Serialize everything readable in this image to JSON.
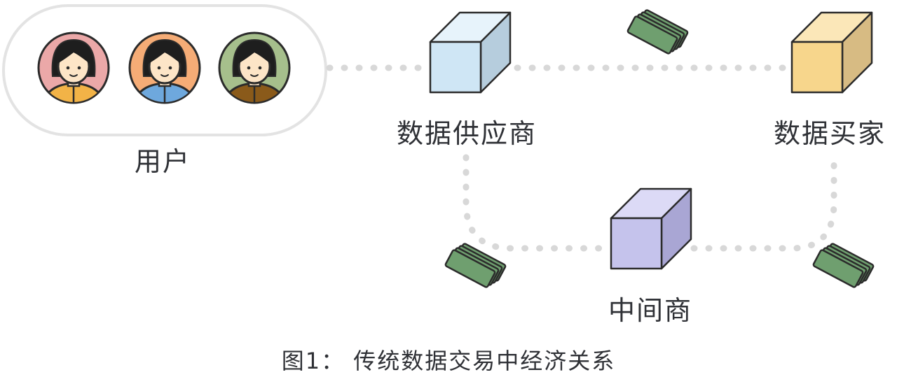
{
  "nodes": {
    "users": {
      "label": "用户"
    },
    "supplier": {
      "label": "数据供应商",
      "color_front": "#cfe6f5",
      "color_top": "#e7f3fb",
      "color_side": "#b6cddd"
    },
    "buyer": {
      "label": "数据买家",
      "color_front": "#f7d68c",
      "color_top": "#fbe7b8",
      "color_side": "#d7bb83"
    },
    "middleman": {
      "label": "中间商",
      "color_front": "#c5c3ec",
      "color_top": "#dcdaf6",
      "color_side": "#a9a6d4"
    }
  },
  "user_avatars": [
    {
      "name": "user-1",
      "bg": "#eba8a8",
      "shirt": "#f2b347"
    },
    {
      "name": "user-2",
      "bg": "#f5ac76",
      "shirt": "#6ea8dd"
    },
    {
      "name": "user-3",
      "bg": "#a6bf8c",
      "shirt": "#8a5a1a"
    }
  ],
  "caption": "图1： 传统数据交易中经济关系",
  "colors": {
    "connector": "#d8d8d8",
    "outline": "#2b2b2b",
    "money": "#6f9f6f",
    "text": "#2f3136"
  }
}
